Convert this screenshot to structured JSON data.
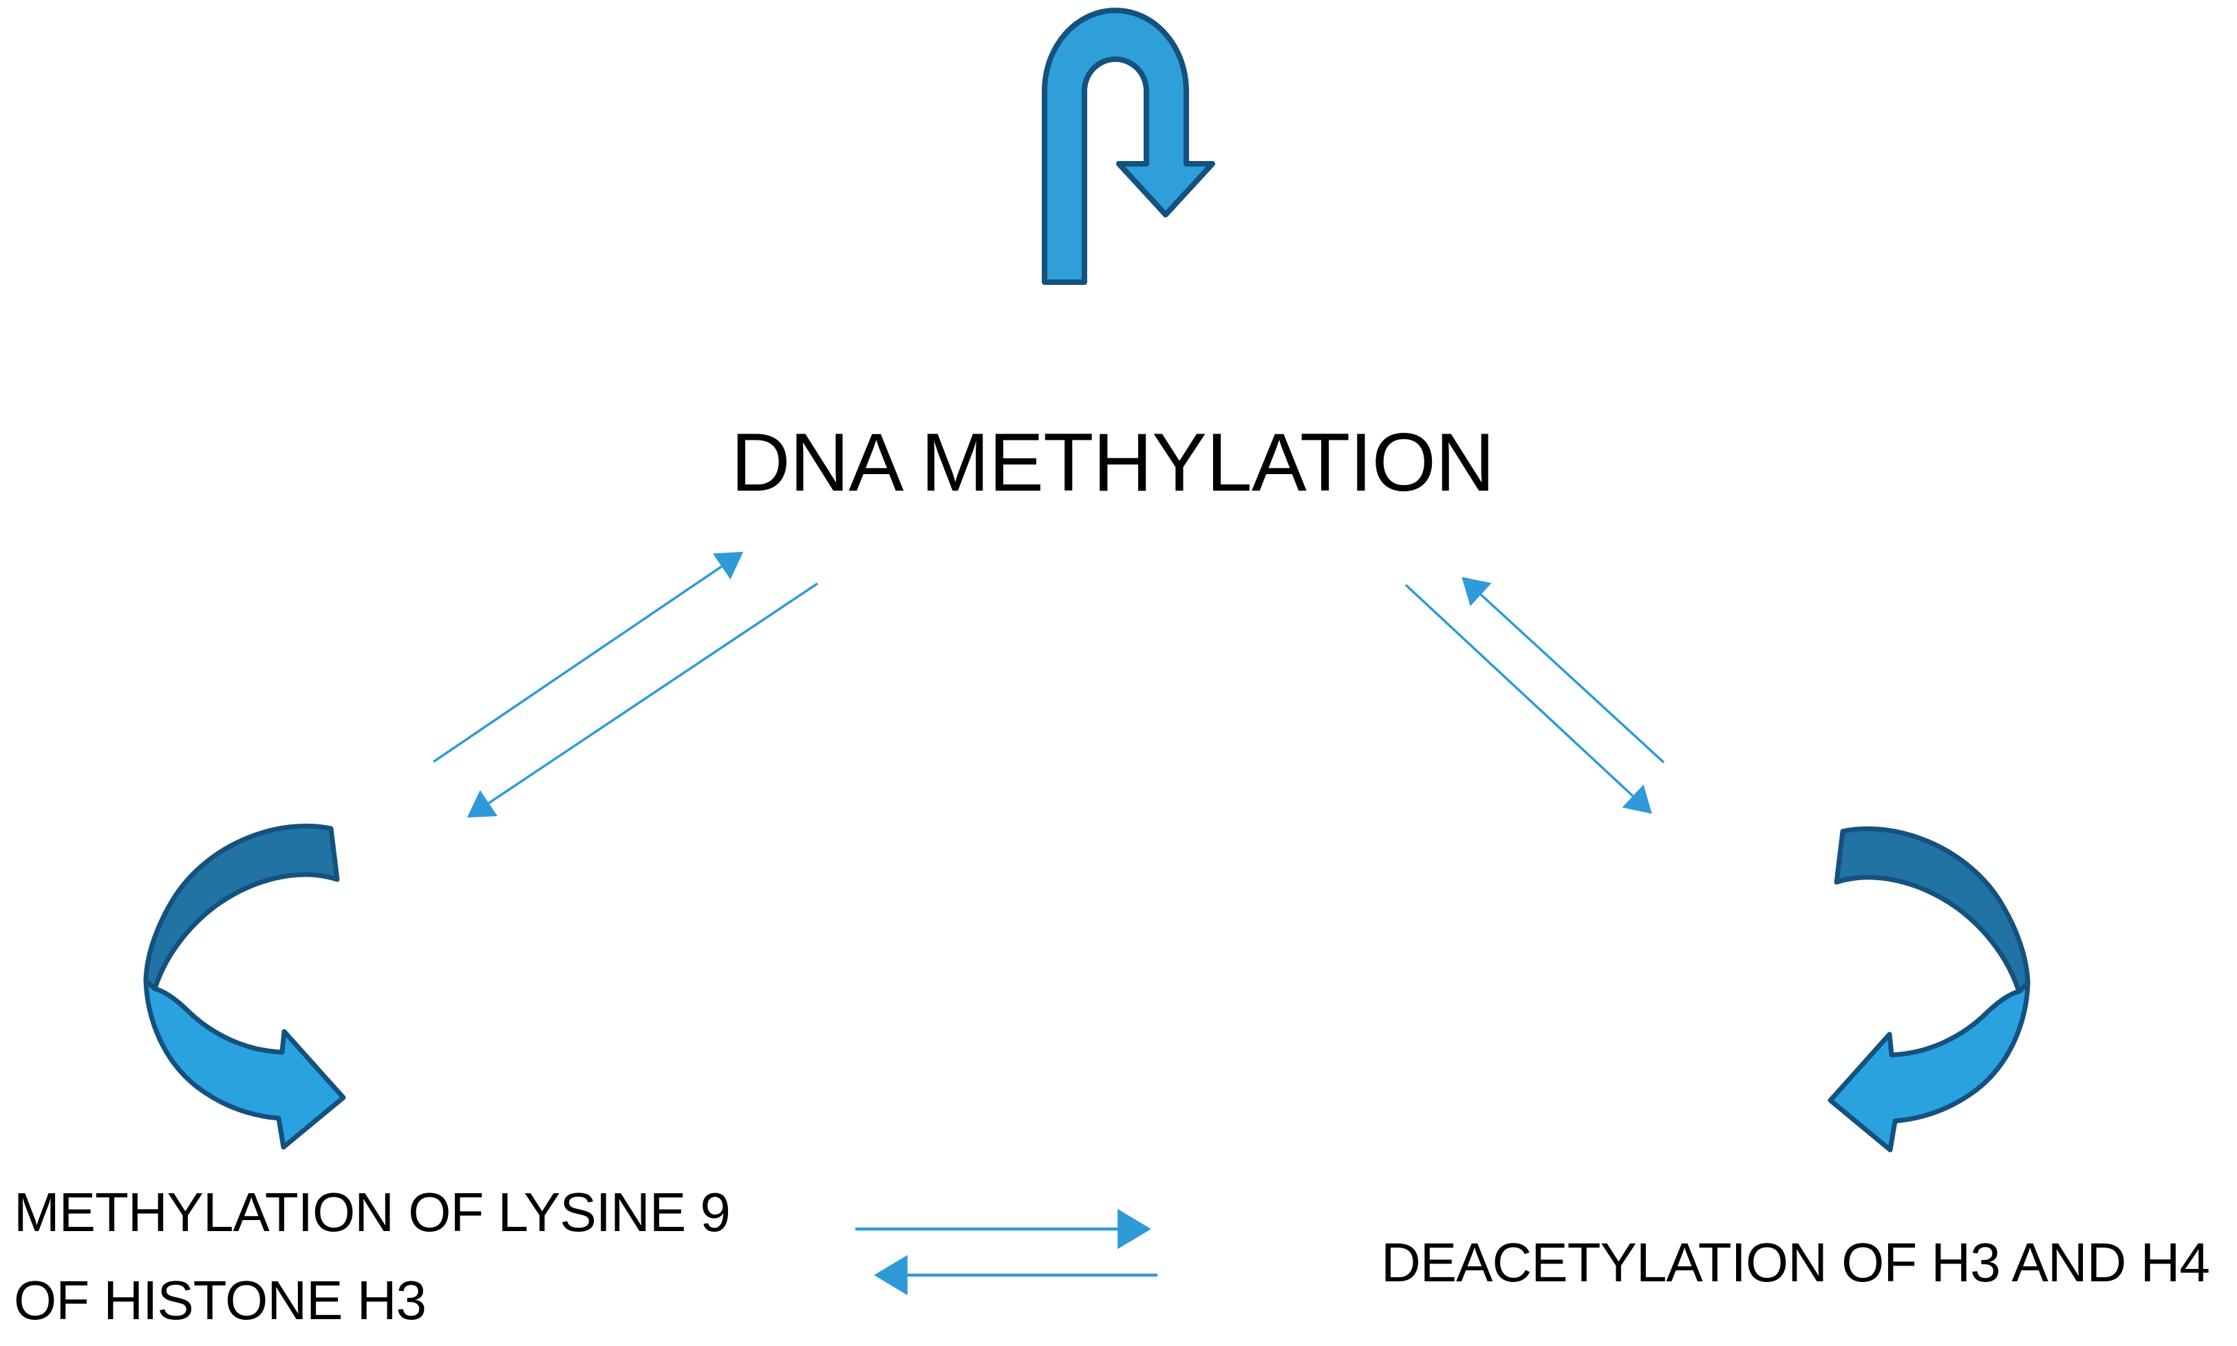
{
  "colors": {
    "background": "#ffffff",
    "shape_fill": "#2e9fd9",
    "shape_outline": "#15517f",
    "band_top": "#2173a3",
    "band_bottom": "#2aa2e0",
    "connector": "#2e9bd8",
    "text": "#000000"
  },
  "nodes": {
    "dna_methylation": {
      "label": "DNA METHYLATION"
    },
    "histone_methylation": {
      "line1": "METHYLATION OF LYSINE 9",
      "line2": "OF HISTONE H3"
    },
    "histone_deacetylation": {
      "label": "DEACETYLATION OF H3 AND H4"
    }
  },
  "icons": {
    "top": "u-turn-arrow",
    "bottom_left": "curved-cycle-arrow",
    "bottom_right": "curved-cycle-arrow",
    "connectors": "bidirectional-thin-arrows"
  }
}
